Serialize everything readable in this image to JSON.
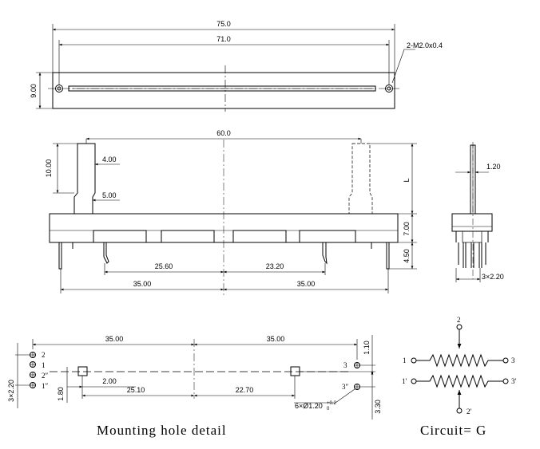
{
  "top_view": {
    "overall_length": "75.0",
    "hole_spacing": "71.0",
    "height": "9.00",
    "screw_callout": "2-M2.0x0.4"
  },
  "side_view": {
    "knob_travel": "60.0",
    "knob_height": "10.00",
    "knob_top_width": "4.00",
    "knob_neck_width": "5.00",
    "lever_length": "L",
    "body_height": "7.00",
    "pin_length": "4.50",
    "pin_spacing_inner_left": "25.60",
    "pin_spacing_inner_right": "23.20",
    "half_length_left": "35.00",
    "half_length_right": "35.00"
  },
  "end_view": {
    "lever_width": "1.20",
    "pin_pitch": "3×2.20"
  },
  "mounting_detail": {
    "caption": "Mounting hole detail",
    "half_left": "35.00",
    "half_right": "35.00",
    "left_pins": [
      "2",
      "1",
      "2″",
      "1″"
    ],
    "right_pins": [
      "3",
      "3″"
    ],
    "pitch": "3×2.20",
    "offset_left": "1.80",
    "slot_offset": "2.00",
    "dist_left": "25.10",
    "dist_right": "22.70",
    "pin3_offset": "1.10",
    "pin3pp_offset": "3.30",
    "hole_callout": "6×Ø1.20",
    "hole_tolerance": "+0.2",
    "hole_tolerance_low": "0"
  },
  "circuit": {
    "caption": "Circuit= G",
    "t_top": "2",
    "t_left_a": "1",
    "t_right_a": "3",
    "t_left_b": "1'",
    "t_right_b": "3'",
    "t_bottom": "2'"
  }
}
